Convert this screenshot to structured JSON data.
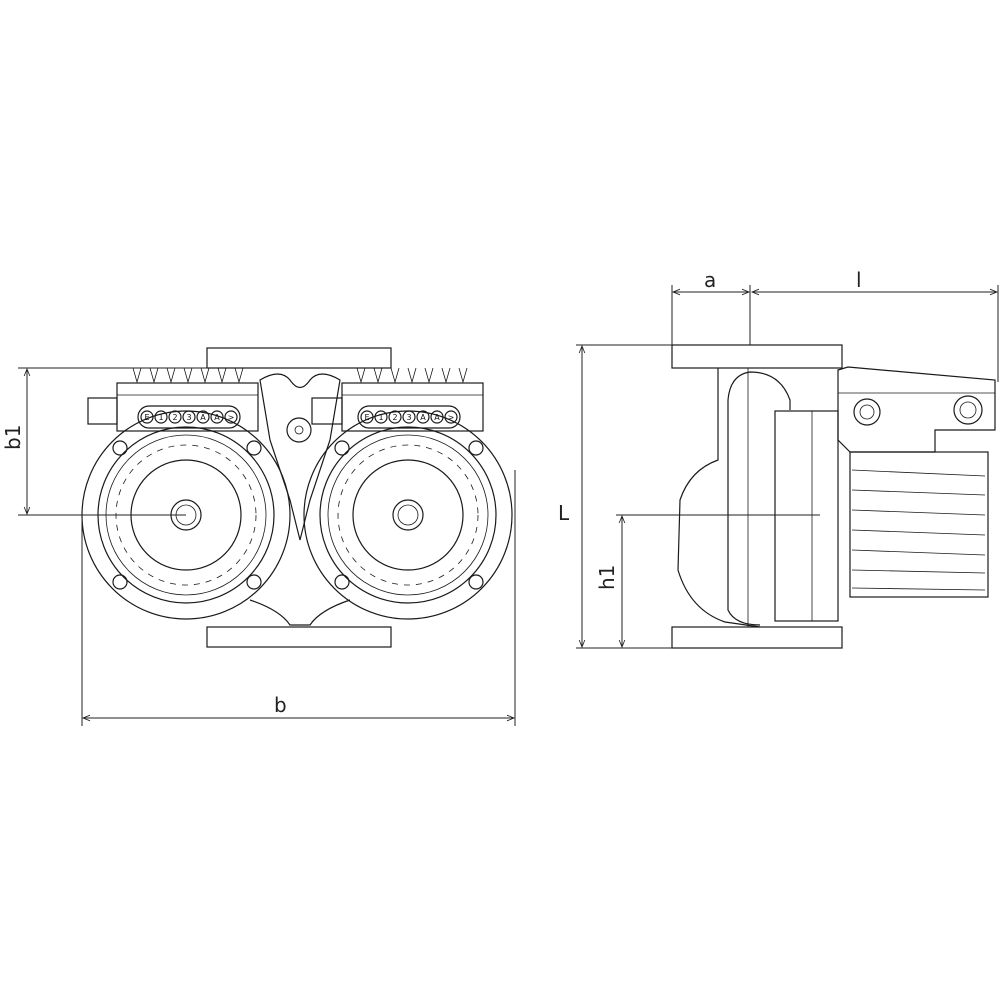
{
  "title": "Twin-head circulator pump dimension drawing",
  "front_view": {
    "panel_buttons": [
      "E",
      "1",
      "2",
      "3",
      "A",
      "A",
      ">"
    ],
    "dimensions": {
      "height_label": "b1",
      "width_label": "b"
    }
  },
  "side_view": {
    "dimensions": {
      "offset_label": "a",
      "length_label": "l",
      "flange_length_label": "L",
      "axis_height_label": "h1"
    }
  },
  "colors": {
    "line": "#1a1a1a",
    "background": "#ffffff"
  }
}
